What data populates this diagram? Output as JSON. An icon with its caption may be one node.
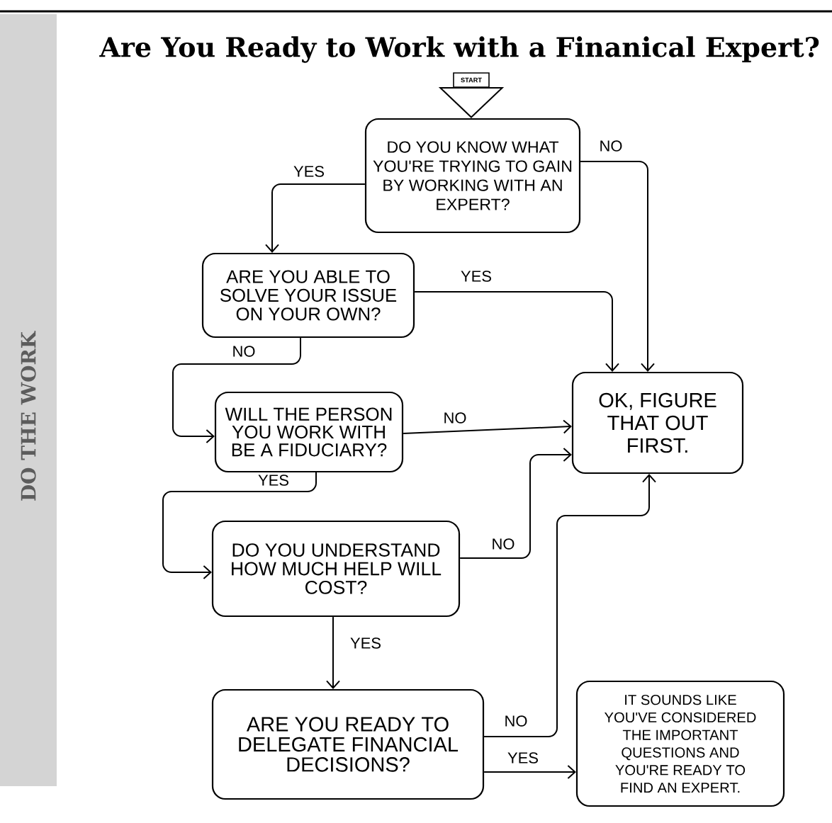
{
  "diagram": {
    "title": "Are You Ready to Work with a Finanical Expert?",
    "nodes": [
      {
        "text": [
          "START"
        ]
      },
      {
        "text": [
          "DO YOU KNOW WHAT YOU'RE TRYING TO GAIN BY WORKING WITH AN EXPERT?"
        ]
      },
      {
        "text": [
          "ARE YOU ABLE TO SOLVE YOUR ISSUE ON YOUR OWN?"
        ]
      },
      {
        "text": [
          "WILL THE PERSON YOU WORK WITH BE A FIDUCIARY?"
        ]
      },
      {
        "text": [
          "OK, FIGURE THAT OUT FIRST."
        ]
      },
      {
        "text": [
          "DO YOU UNDERSTAND HOW MUCH HELP WILL COST?"
        ]
      },
      {
        "text": [
          "ARE YOU READY TO DELEGATE FINANCIAL DECISIONS?"
        ]
      },
      {
        "text": [
          "IT SOUNDS LIKE YOU'VE CONSIDERED THE IMPORTANT QUESTIONS AND YOU'RE READY TO FIND AN EXPERT."
        ]
      }
    ],
    "edges": [
      {
        "from": 0,
        "to": 1,
        "arrow": "to"
      },
      {
        "from": 1,
        "to": 2,
        "arrow": "to",
        "label": "YES"
      },
      {
        "from": 1,
        "to": 4,
        "arrow": "to",
        "label": "NO"
      },
      {
        "from": 2,
        "to": 4,
        "arrow": "to",
        "label": "YES"
      },
      {
        "from": 2,
        "to": 3,
        "arrow": "to",
        "label": "NO"
      },
      {
        "from": 3,
        "to": 4,
        "arrow": "to",
        "label": "NO"
      },
      {
        "from": 3,
        "to": 5,
        "arrow": "to",
        "label": "YES"
      },
      {
        "from": 5,
        "to": 4,
        "arrow": "to",
        "label": "NO"
      },
      {
        "from": 5,
        "to": 6,
        "arrow": "to",
        "label": "YES"
      },
      {
        "from": 6,
        "to": 4,
        "arrow": "to",
        "label": "NO"
      },
      {
        "from": 6,
        "to": 7,
        "arrow": "to",
        "label": "YES"
      }
    ],
    "labels": [
      "DO THE WORK"
    ]
  }
}
